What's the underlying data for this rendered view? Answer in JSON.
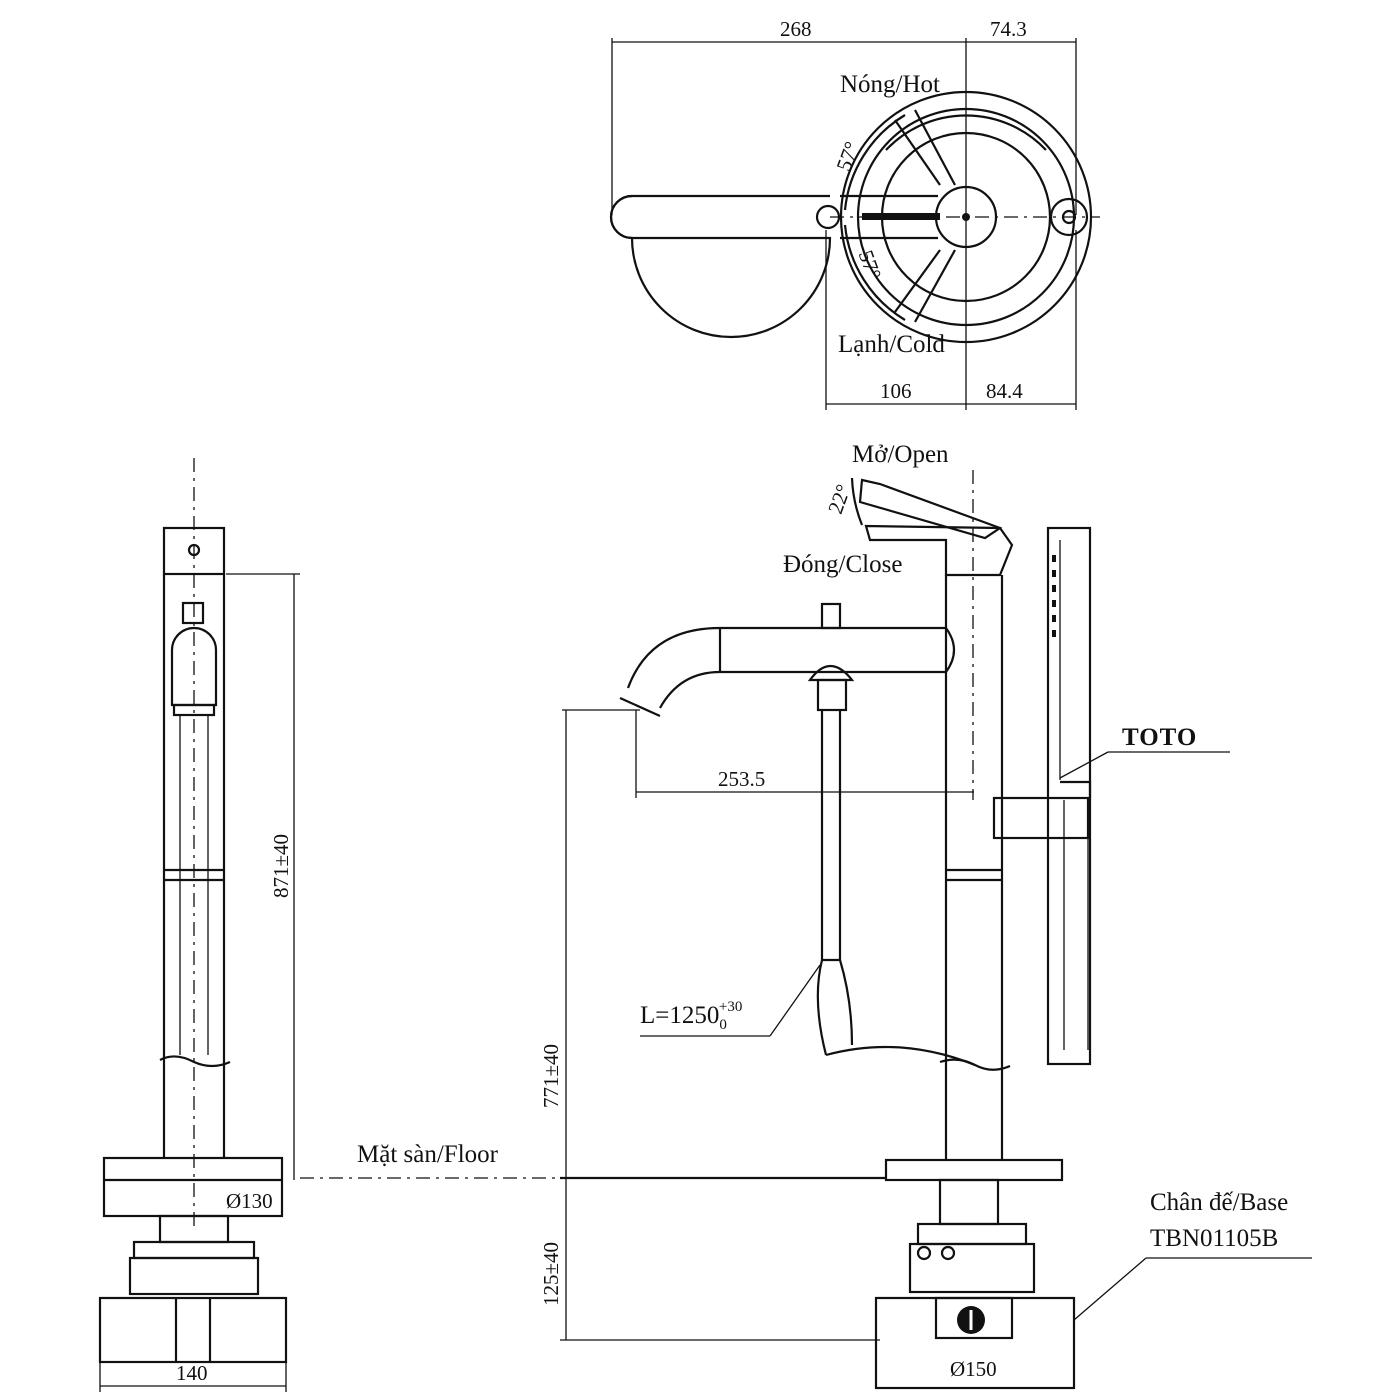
{
  "top_view": {
    "dim_268": "268",
    "dim_74_3": "74.3",
    "label_hot": "Nóng/Hot",
    "label_cold": "Lạnh/Cold",
    "angle_hot": "57°",
    "angle_cold": "57°",
    "dim_106": "106",
    "dim_84_4": "84.4"
  },
  "side_view": {
    "dim_871": "871±40",
    "dim_130": "Ø130",
    "dim_140": "140"
  },
  "front_view": {
    "label_open": "Mở/Open",
    "angle_open": "22°",
    "label_close": "Đóng/Close",
    "dim_253_5": "253.5",
    "hose_length": "L=1250",
    "hose_tol_upper": "+30",
    "hose_tol_lower": "0",
    "brand": "TOTO",
    "dim_771": "771±40",
    "label_floor": "Mặt sàn/Floor",
    "dim_125": "125±40",
    "label_base": "Chân đế/Base",
    "base_model": "TBN01105B",
    "dim_150": "Ø150"
  }
}
